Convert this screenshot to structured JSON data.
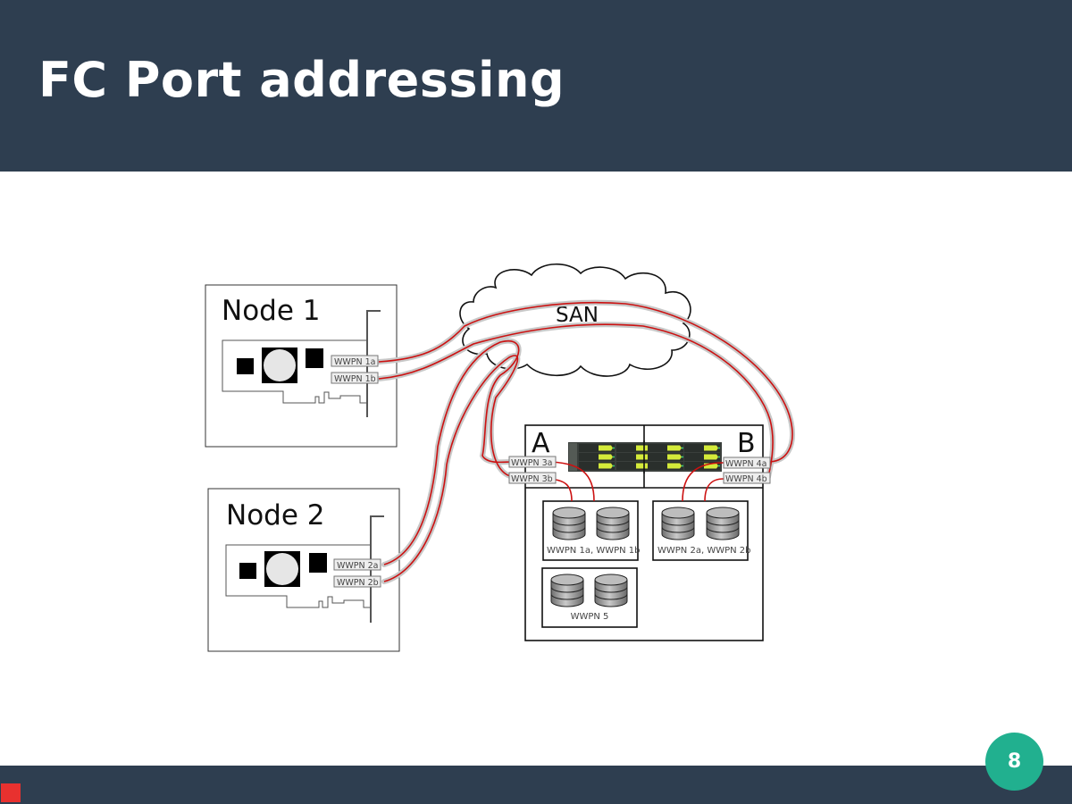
{
  "slide": {
    "title": "FC Port addressing",
    "page_number": "8",
    "colors": {
      "header": "#2e3e50",
      "badge": "#21b08f",
      "footer_mark": "#e8312f",
      "cable": "#cc1111",
      "cable_shadow": "#c8c8c8"
    }
  },
  "diagram": {
    "san_label": "SAN",
    "nodes": [
      {
        "label": "Node 1",
        "ports": [
          "WWPN 1a",
          "WWPN 1b"
        ]
      },
      {
        "label": "Node 2",
        "ports": [
          "WWPN 2a",
          "WWPN 2b"
        ]
      }
    ],
    "storage": {
      "controllers": [
        {
          "label": "A",
          "ports": [
            "WWPN 3a",
            "WWPN 3b"
          ]
        },
        {
          "label": "B",
          "ports": [
            "WWPN 4a",
            "WWPN 4b"
          ]
        }
      ],
      "lun_groups": [
        {
          "label": "WWPN 1a, WWPN 1b"
        },
        {
          "label": "WWPN 2a, WWPN 2b"
        },
        {
          "label": "WWPN 5"
        }
      ]
    }
  }
}
